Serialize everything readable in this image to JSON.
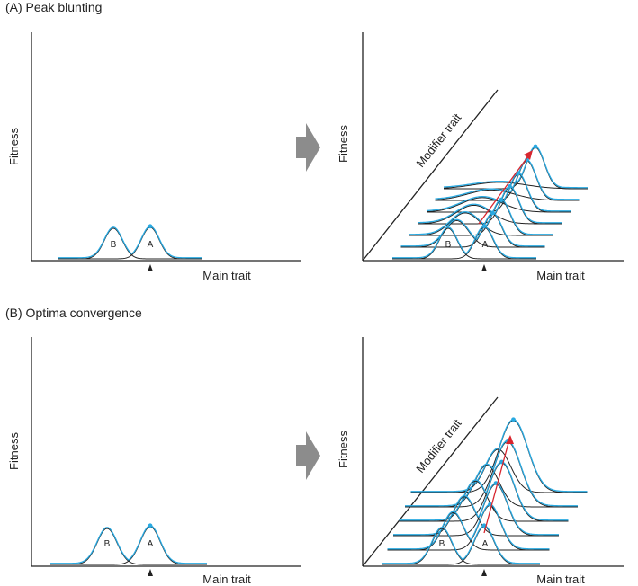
{
  "sections": [
    {
      "title": "(A) Peak blunting",
      "left": {
        "ylabel": "Fitness",
        "xlabel": "Main trait",
        "peaks": [
          "B",
          "A"
        ]
      },
      "right": {
        "ylabel": "Fitness",
        "xlabel": "Main trait",
        "diag_label": "Modifier trait",
        "peaks": [
          "B",
          "A"
        ]
      }
    },
    {
      "title": "(B) Optima convergence",
      "left": {
        "ylabel": "Fitness",
        "xlabel": "Main trait",
        "peaks": [
          "B",
          "A"
        ]
      },
      "right": {
        "ylabel": "Fitness",
        "xlabel": "Main trait",
        "diag_label": "Modifier trait",
        "peaks": [
          "B",
          "A"
        ]
      }
    }
  ],
  "colors": {
    "fitness_curve": "#29a9e1",
    "component_curve": "#222222",
    "arrow": "#d8262f",
    "transition_arrow": "#8c8c8c",
    "axis": "#222222",
    "optimum_dot": "#29a9e1"
  }
}
